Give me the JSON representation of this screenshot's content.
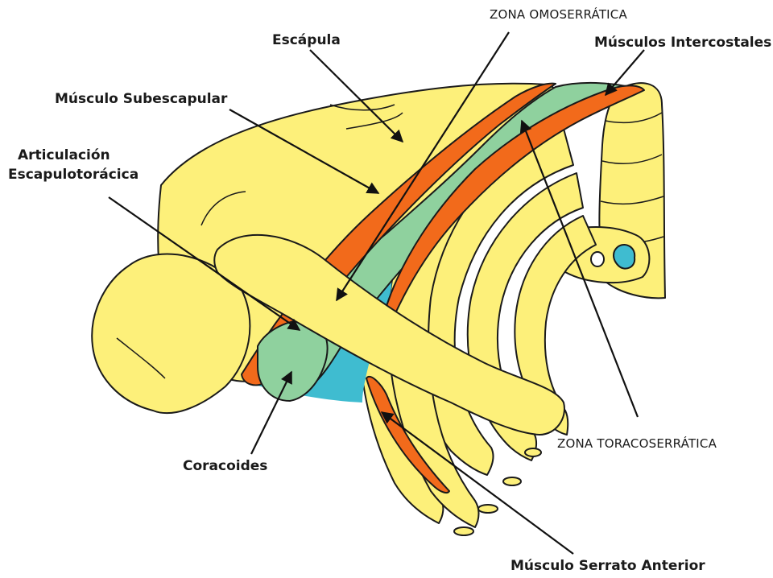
{
  "labels": {
    "escapula": "Escápula",
    "subescapular": "Músculo Subescapular",
    "articulacion_1": "Articulación",
    "articulacion_2": "Escapulotorácica",
    "omoserratica": "ZONA OMOSERRÁTICA",
    "intercostales": "Músculos Intercostales",
    "toracoserratica": "ZONA TORACOSERRÁTICA",
    "coracoides": "Coracoides",
    "serrato": "Músculo Serrato Anterior"
  },
  "colors": {
    "bone": "#fdf07a",
    "muscle": "#f26a1b",
    "zone_green": "#8fd19e",
    "zone_blue": "#3fbcd0",
    "outline": "#1a1a1a"
  }
}
